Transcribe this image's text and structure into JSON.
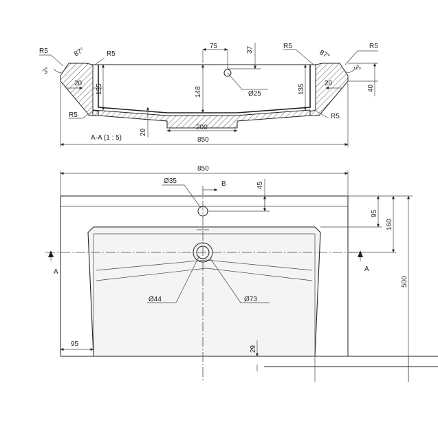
{
  "section": {
    "title": "A-A (1 : 5)",
    "dims": {
      "overall_width": "850",
      "hole_offset": "75",
      "hole_depth": "37",
      "radius": "R5",
      "angle": "87°",
      "wall_angle": "3°",
      "wall": "20",
      "wall_height": "135",
      "depth": "148",
      "hole_dia": "Ø25",
      "edge_height": "40",
      "drain_width": "200",
      "bottom": "20"
    }
  },
  "plan": {
    "dims": {
      "overall_width": "850",
      "tap_hole": "Ø35",
      "view_b": "B",
      "tap_offset": "45",
      "basin_edge": "95",
      "drain_offset": "160",
      "overall_depth": "500",
      "drain_inner": "Ø44",
      "drain_outer": "Ø73",
      "side_edge": "95",
      "front_edge": "29",
      "section_marker": "A"
    }
  }
}
